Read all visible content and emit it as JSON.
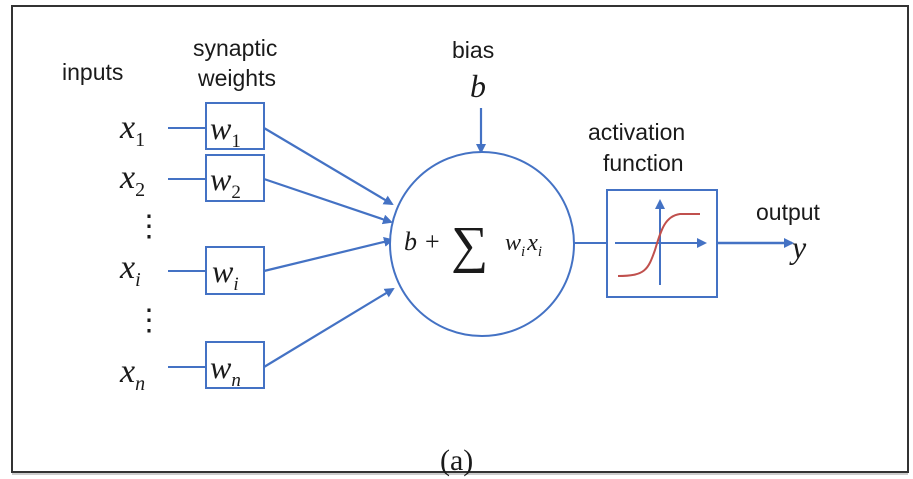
{
  "labels": {
    "inputs": "inputs",
    "synaptic_line1": "synaptic",
    "synaptic_line2": "weights",
    "bias_word": "bias",
    "bias_symbol": "b",
    "activation_line1": "activation",
    "activation_line2": "function",
    "output_word": "output",
    "output_symbol": "y",
    "caption": "(a)"
  },
  "inputs": [
    {
      "base": "x",
      "sub": "1"
    },
    {
      "base": "x",
      "sub": "2"
    },
    {
      "base": "x",
      "sub": "i"
    },
    {
      "base": "x",
      "sub": "n"
    }
  ],
  "weights": [
    {
      "base": "w",
      "sub": "1"
    },
    {
      "base": "w",
      "sub": "2"
    },
    {
      "base": "w",
      "sub": "i"
    },
    {
      "base": "w",
      "sub": "n"
    }
  ],
  "ellipsis": "⋮",
  "summation": {
    "b": "b",
    "plus": "+",
    "sigma": "∑",
    "w": "w",
    "w_sub": "i",
    "x": "x",
    "x_sub": "i"
  },
  "colors": {
    "line_blue": "#4472c4",
    "sigmoid_red": "#c0504d",
    "frame_gray": "#333333"
  }
}
